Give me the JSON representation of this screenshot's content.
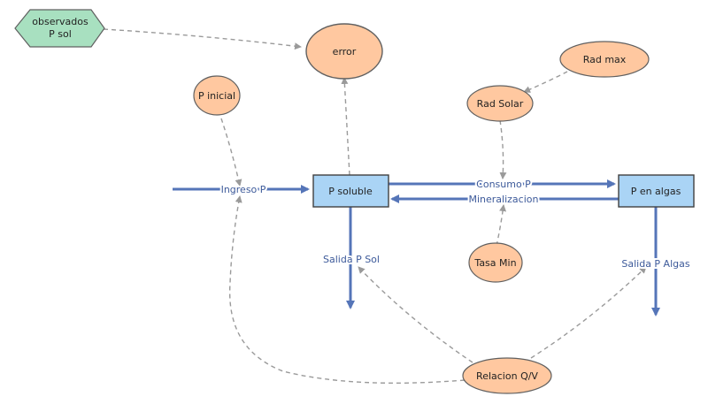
{
  "colors": {
    "stock_fill": "#aad4f5",
    "stock_stroke": "#404040",
    "aux_fill": "#ffc8a0",
    "aux_stroke": "#606060",
    "data_fill": "#a8e0c0",
    "flow": "#5575b8",
    "link": "#9a9a9a",
    "flow_text": "#3d5a9a"
  },
  "stocks": {
    "p_soluble": "P soluble",
    "p_en_algas": "P en algas"
  },
  "auxiliaries": {
    "error": "error",
    "p_inicial": "P inicial",
    "rad_max": "Rad max",
    "rad_solar": "Rad Solar",
    "tasa_min": "Tasa Min",
    "relacion_qv": "Relacion Q/V"
  },
  "data_node": {
    "line1": "observados",
    "line2": "P sol"
  },
  "flows": {
    "ingreso_p": "Ingreso P",
    "consumo_p": "Consumo P",
    "mineralizacion": "Mineralizacion",
    "salida_p_sol": "Salida P Sol",
    "salida_p_algas": "Salida P Algas"
  }
}
